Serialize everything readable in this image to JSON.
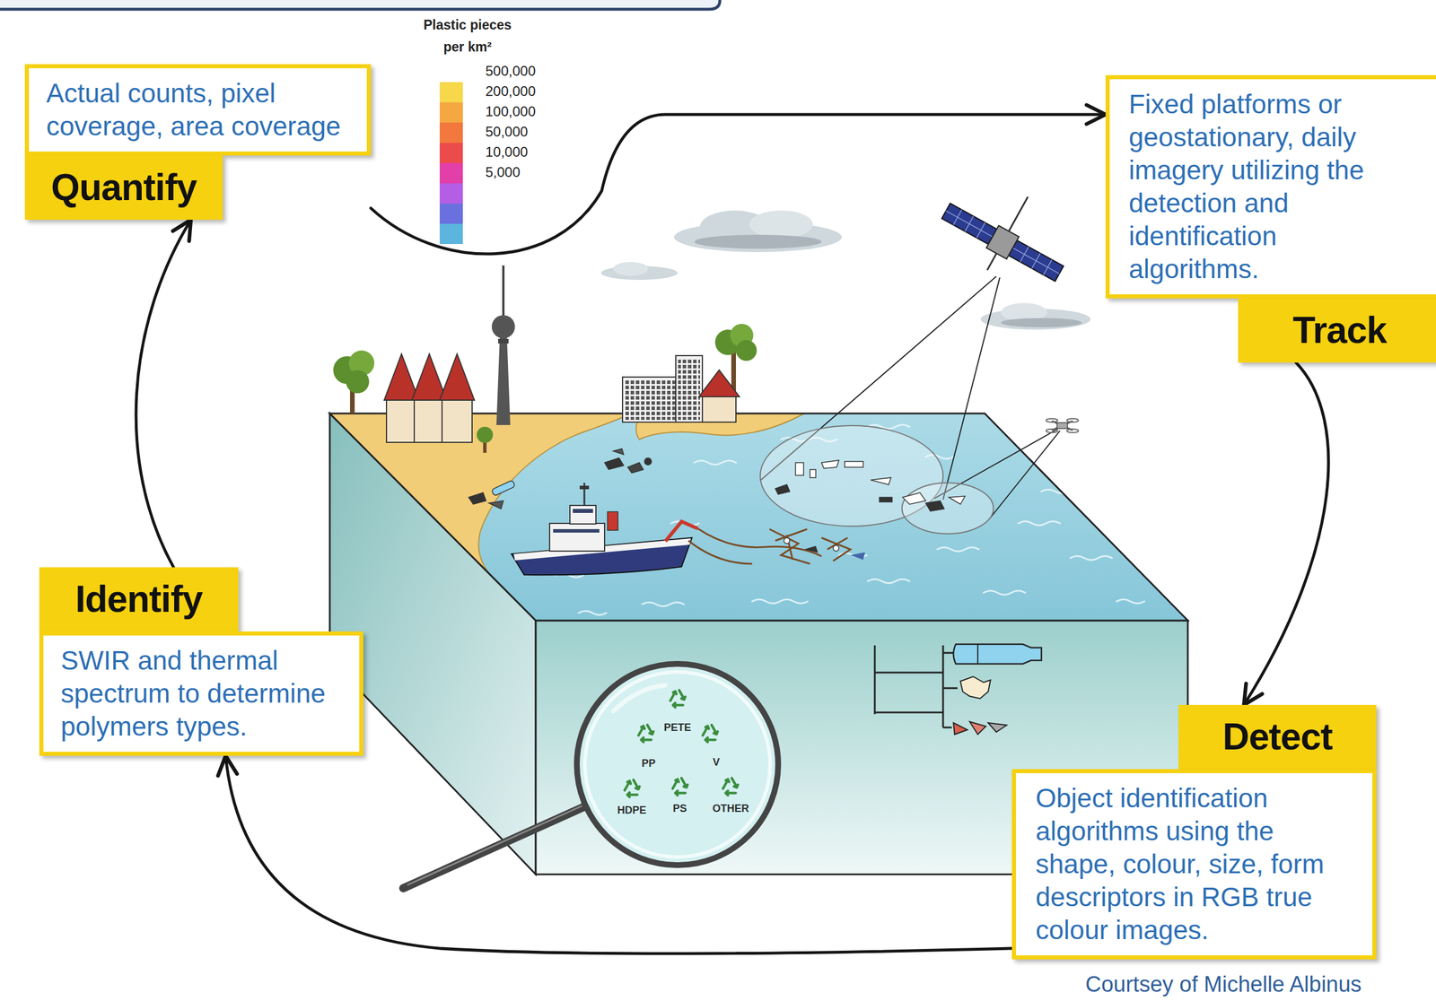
{
  "diagram": {
    "nodes": [
      {
        "text": [
          "Actual counts, pixel coverage, area coverage",
          "Quantify"
        ]
      },
      {
        "text": [
          "Fixed platforms or geostationary, daily imagery utilizing the detection and identification algorithms.",
          "Track"
        ]
      },
      {
        "text": [
          "Identify",
          "SWIR and thermal spectrum to determine polymers types."
        ]
      },
      {
        "text": [
          "Detect",
          "Object identification algorithms using the shape, colour, size, form descriptors in RGB true colour images."
        ]
      }
    ],
    "edges": [
      {
        "from": 0,
        "to": 1,
        "arrow": "to"
      },
      {
        "from": 1,
        "to": 3,
        "arrow": "to"
      },
      {
        "from": 3,
        "to": 2,
        "arrow": "to"
      },
      {
        "from": 2,
        "to": 0,
        "arrow": "to"
      }
    ],
    "labels": [
      "Plastic pieces per km²",
      "PETE",
      "PP",
      "V",
      "HDPE",
      "PS",
      "OTHER",
      "Courtsey of Michelle Albinus"
    ],
    "legend": [
      {
        "text": "500,000",
        "color": "#f6d84a"
      },
      {
        "text": "200,000",
        "color": "#f5a742"
      },
      {
        "text": "100,000",
        "color": "#f2783e"
      },
      {
        "text": "50,000",
        "color": "#ec4b4b"
      },
      {
        "text": "10,000",
        "color": "#e23fa8"
      },
      {
        "text": "5,000",
        "color": "#b45ee6"
      }
    ]
  }
}
